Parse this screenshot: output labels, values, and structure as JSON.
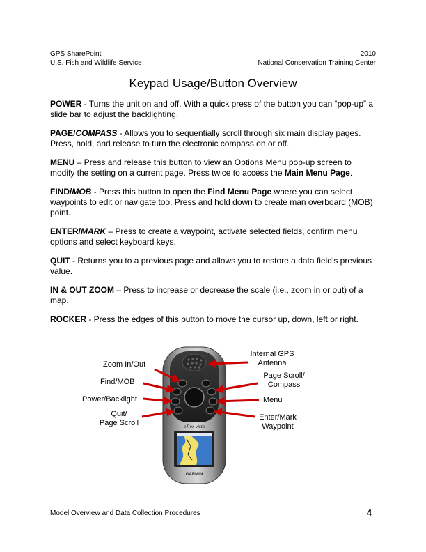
{
  "header": {
    "left_line1": "GPS SharePoint",
    "left_line2": "U.S. Fish and Wildlife Service",
    "right_line1": "2010",
    "right_line2": "National Conservation Training Center"
  },
  "title": "Keypad Usage/Button Overview",
  "definitions": {
    "power": {
      "term": "POWER",
      "text": " - Turns the unit on and off.  With a quick press of the button you can “pop-up” a slide bar to adjust the backlighting."
    },
    "page": {
      "term1": "PAGE/",
      "term2": "COMPASS",
      "text": " - Allows you to sequentially scroll through six main display pages.  Press, hold, and release to turn the electronic compass on or off."
    },
    "menu": {
      "term": "MENU",
      "text1": " – Press and release this button to view an Options Menu pop-up screen to modify the setting on a current page.  Press twice to access the ",
      "bold": "Main Menu Page",
      "text2": "."
    },
    "find": {
      "term1": "FIND/",
      "term2": "MOB",
      "text1": " - Press this button to open the ",
      "bold": "Find Menu Page",
      "text2": " where you can select waypoints to edit or navigate too.  Press and hold down to create man overboard (MOB) point."
    },
    "enter": {
      "term1": "ENTER/",
      "term2": "MARK",
      "text": " – Press to create a waypoint, activate selected fields, confirm menu options and select keyboard keys."
    },
    "quit": {
      "term": "QUIT",
      "text": " - Returns you to a previous page and allows you to restore a data field’s previous value."
    },
    "zoom": {
      "term": "IN & OUT ZOOM",
      "text": " – Press to increase or decrease the scale (i.e., zoom in or out) of a map."
    },
    "rocker": {
      "term": "ROCKER",
      "text": " - Press the edges of this button to move the cursor up, down, left or right."
    }
  },
  "figure": {
    "zoom": "Zoom In/Out",
    "find": "Find/MOB",
    "power": "Power/Backlight",
    "quit1": "Quit/",
    "quit2": "Page Scroll",
    "antenna1": "Internal GPS",
    "antenna2": "Antenna",
    "page1": "Page Scroll/",
    "page2": "Compass",
    "menu": "Menu",
    "enter1": "Enter/Mark",
    "enter2": "Waypoint",
    "device_model": "eTrex Vista",
    "device_brand": "GARMIN",
    "arrow_color": "#cc0000"
  },
  "footer": {
    "left": "Model Overview and Data Collection Procedures",
    "page": "4"
  }
}
